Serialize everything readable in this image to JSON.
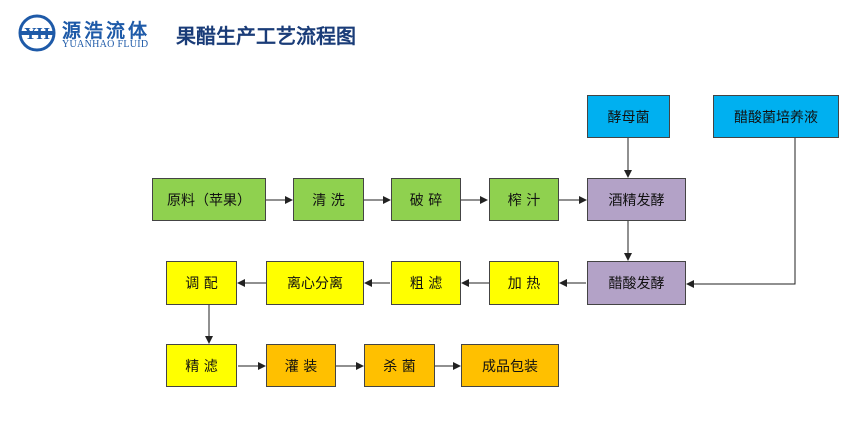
{
  "logo": {
    "mark": "YH",
    "name_cn": "源浩流体",
    "name_en": "YUANHAO FLUID"
  },
  "title": "果醋生产工艺流程图",
  "steps": {
    "raw_material": "原料（苹果）",
    "washing": "清 洗",
    "crushing": "破 碎",
    "juicing": "榨 汁",
    "alcohol_fermentation": "酒精发酵",
    "yeast": "酵母菌",
    "acetic_culture": "醋酸菌培养液",
    "acetic_fermentation": "醋酸发酵",
    "heating": "加 热",
    "coarse_filter": "粗 滤",
    "centrifuge": "离心分离",
    "blending": "调 配",
    "fine_filter": "精 滤",
    "filling": "灌 装",
    "sterilization": "杀 菌",
    "packaging": "成品包装"
  },
  "colors": {
    "green": "#8fd14f",
    "purple": "#b3a2c7",
    "yellow": "#ffff00",
    "orange": "#ffc000",
    "blue": "#00b0f0",
    "brand": "#1e5aa8"
  }
}
